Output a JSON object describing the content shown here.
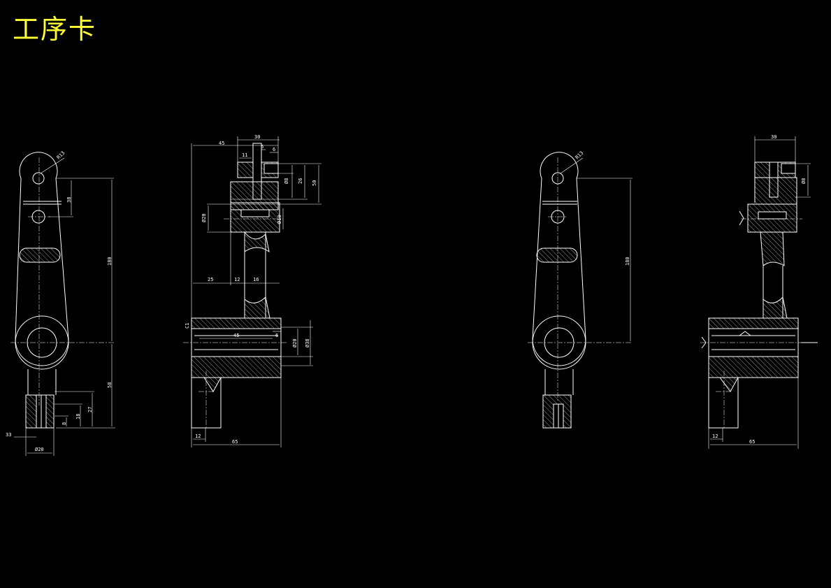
{
  "title": "工序卡",
  "colors": {
    "background": "#000000",
    "lines": "#ffffff",
    "title": "#ffff33"
  },
  "views": {
    "front_left": {
      "dims": {
        "r_top": "R13",
        "d1": "38",
        "height": "180",
        "lower": "58",
        "t27": "27",
        "t18": "18",
        "t8": "8",
        "left_w": "33",
        "bore": "Ø20"
      }
    },
    "side_left": {
      "dims": {
        "top": "30",
        "w45": "45",
        "w11": "11",
        "w6": "6",
        "w6b": "6",
        "d10": "Ø8",
        "d26": "26",
        "d50": "50",
        "d20": "Ø20",
        "d10b": "Ø10",
        "w25": "25",
        "w12": "12",
        "w16": "16",
        "r21": "C1",
        "w45b": "45",
        "w6c": "6",
        "d20b": "Ø20",
        "d38": "Ø38",
        "w12b": "12",
        "w65": "65"
      }
    },
    "front_right": {
      "dims": {
        "r_top": "R13",
        "height": "180"
      }
    },
    "side_right": {
      "dims": {
        "top": "30",
        "d8": "Ø8",
        "w12": "12",
        "w65": "65"
      }
    }
  }
}
